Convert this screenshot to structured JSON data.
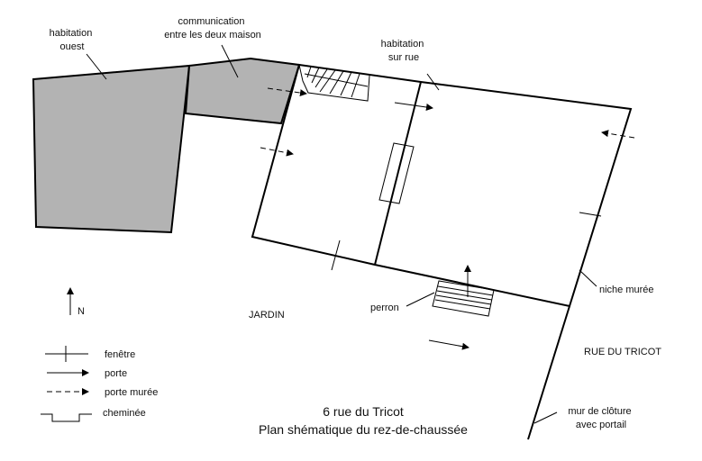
{
  "labels": {
    "habitation_ouest": [
      "habitation",
      "ouest"
    ],
    "communication": [
      "communication",
      "entre les deux maison"
    ],
    "habitation_rue": [
      "habitation",
      "sur rue"
    ],
    "niche": "niche murée",
    "perron": "perron",
    "jardin": "JARDIN",
    "rue": "RUE DU TRICOT",
    "mur": [
      "mur de clôture",
      "avec portail"
    ],
    "north": "N"
  },
  "legend": {
    "fenetre": "fenêtre",
    "porte": "porte",
    "porte_muree": "porte murée",
    "cheminee": "cheminée"
  },
  "title": {
    "line1": "6 rue du Tricot",
    "line2": "Plan shématique du rez-de-chaussée"
  },
  "colors": {
    "annex_fill": "#b3b3b3",
    "line": "#000000"
  }
}
